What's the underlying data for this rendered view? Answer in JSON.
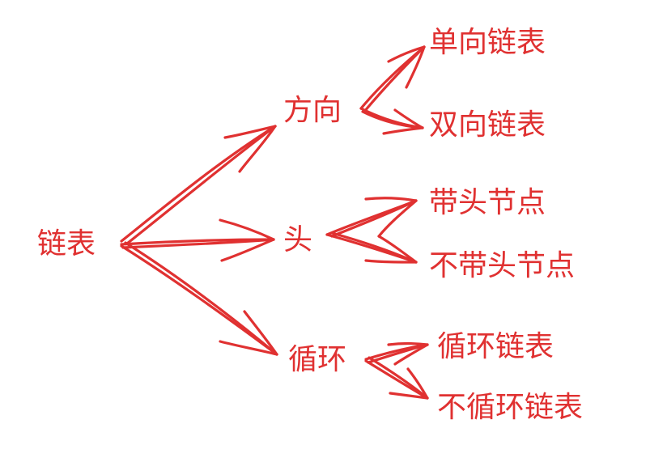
{
  "colors": {
    "stroke": "#e03131",
    "text": "#e03131",
    "background": "#ffffff"
  },
  "nodes": {
    "root": "链表",
    "direction": "方向",
    "head": "头",
    "cycle": "循环",
    "singly_linked": "单向链表",
    "doubly_linked": "双向链表",
    "with_head": "带头节点",
    "without_head": "不带头节点",
    "circular": "循环链表",
    "non_circular": "不循环链表"
  },
  "edges": [
    {
      "from": "root",
      "to": "direction"
    },
    {
      "from": "root",
      "to": "head"
    },
    {
      "from": "root",
      "to": "cycle"
    },
    {
      "from": "direction",
      "to": "singly_linked"
    },
    {
      "from": "direction",
      "to": "doubly_linked"
    },
    {
      "from": "head",
      "to": "with_head"
    },
    {
      "from": "head",
      "to": "without_head"
    },
    {
      "from": "cycle",
      "to": "circular"
    },
    {
      "from": "cycle",
      "to": "non_circular"
    }
  ]
}
